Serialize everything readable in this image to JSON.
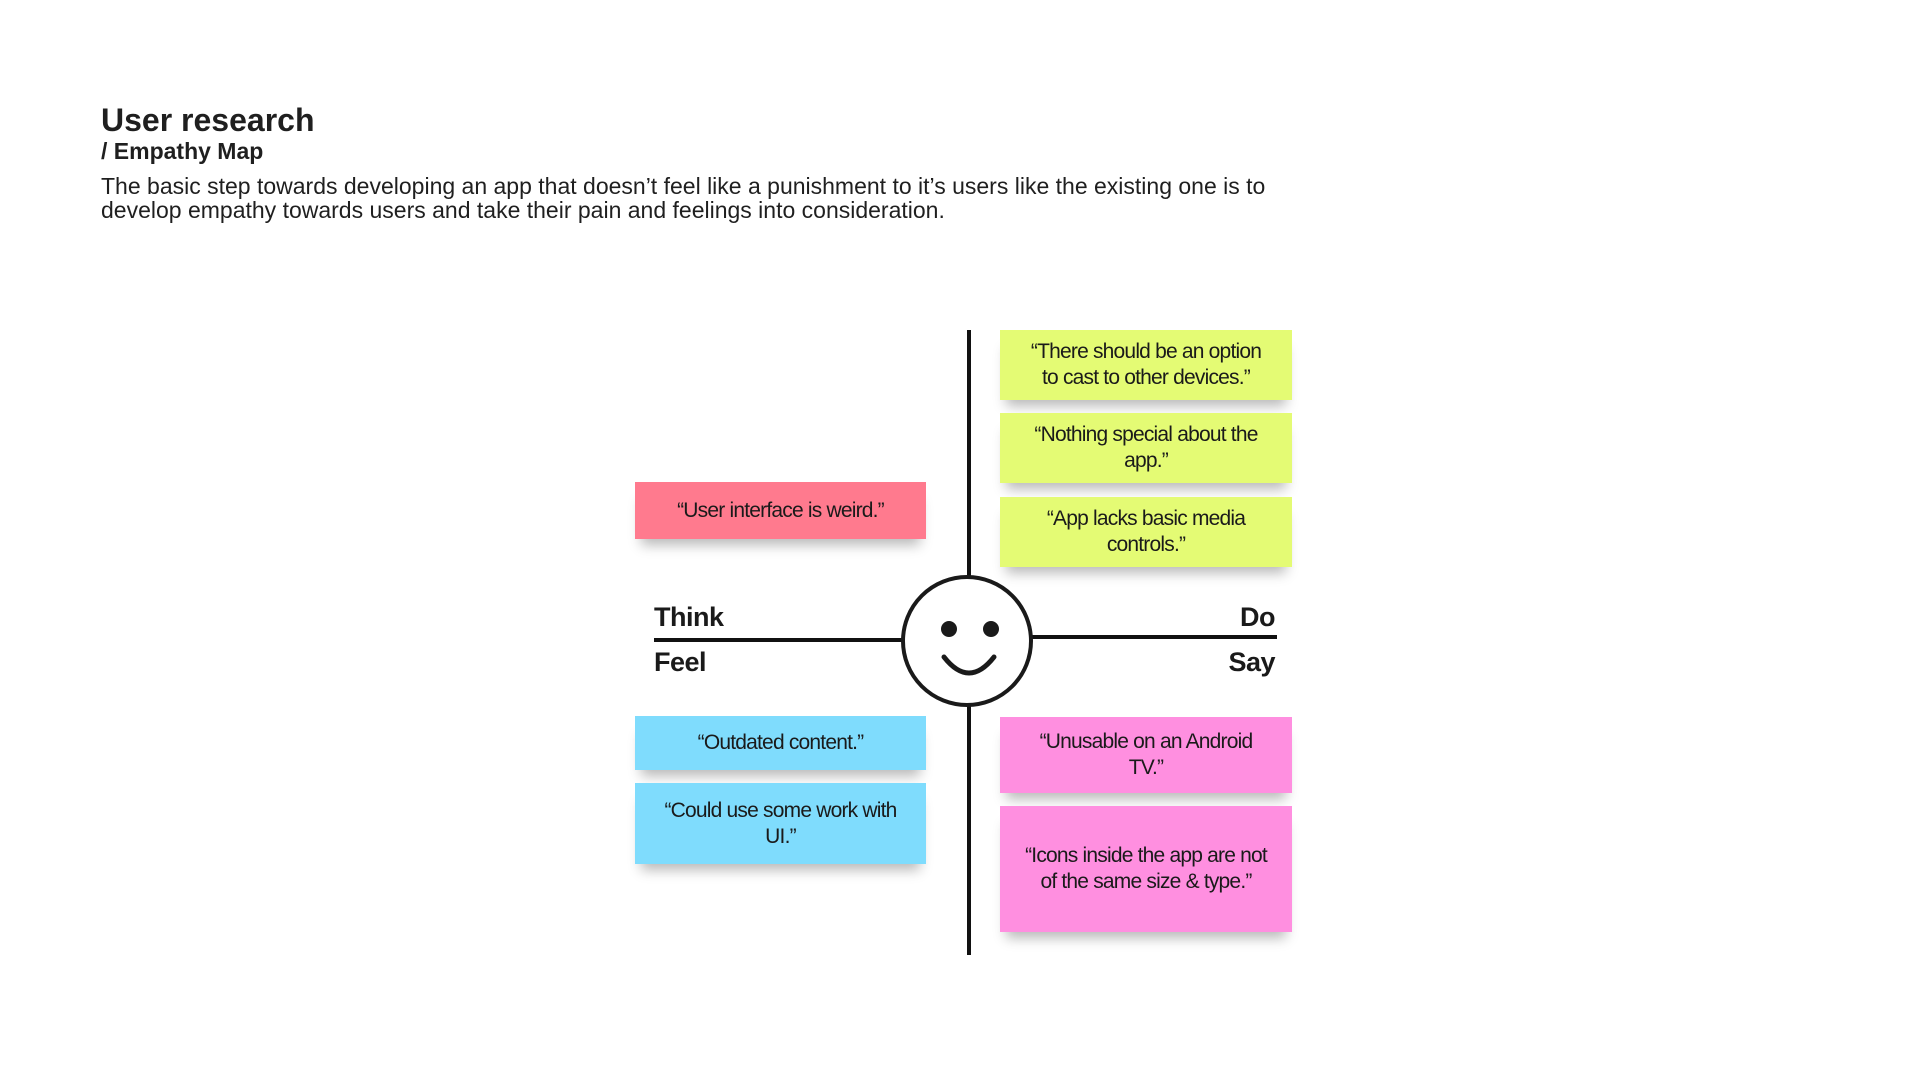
{
  "header": {
    "title": "User research",
    "subtitle": "/ Empathy Map",
    "description": "The basic step towards developing an app that doesn’t feel like a punishment to it’s users like the existing one is to develop empathy towards users and take their pain and feelings into consideration."
  },
  "colors": {
    "think": "#ff7a8e",
    "do": "#e4fb74",
    "feel": "#7fdcfd",
    "say": "#ff8fe0"
  },
  "quadrants": {
    "think": {
      "label": "Think",
      "notes": [
        "“User interface is weird.”"
      ]
    },
    "do": {
      "label": "Do",
      "notes": [
        "“There should be an option to cast to other devices.”",
        "“Nothing special about the app.”",
        "“App lacks basic media controls.”"
      ]
    },
    "feel": {
      "label": "Feel",
      "notes": [
        "“Outdated content.”",
        "“Could use some work with UI.”"
      ]
    },
    "say": {
      "label": "Say",
      "notes": [
        "“Unusable on an Android TV.”",
        "“Icons inside the app are not of the same size & type.”"
      ]
    }
  },
  "center_icon": "smiley-face-icon"
}
